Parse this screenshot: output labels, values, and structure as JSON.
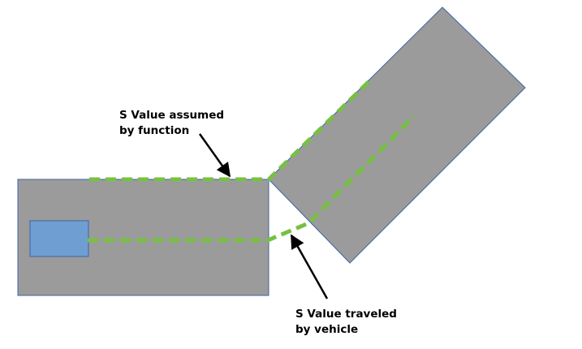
{
  "labels": {
    "assumed_line1": "S Value assumed",
    "assumed_line2": "by function",
    "traveled_line1": "S Value traveled",
    "traveled_line2": "by vehicle"
  },
  "colors": {
    "road_fill": "#9b9b9b",
    "road_stroke": "#3f63a6",
    "vehicle_fill": "#6f9ed3",
    "vehicle_stroke": "#3f63a6",
    "path_dash": "#77c043",
    "arrow": "#000000"
  }
}
